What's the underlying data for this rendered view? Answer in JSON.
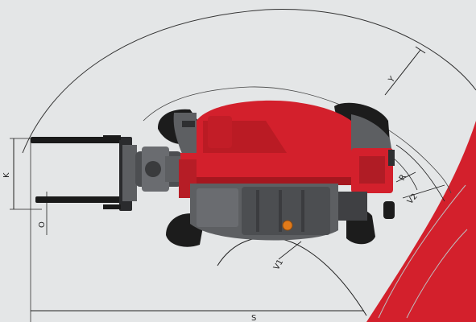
{
  "diagram": {
    "labels": {
      "y": "Y",
      "k": "K",
      "o": "O",
      "r": "R",
      "v1": "V1",
      "v2": "V2",
      "s": "S"
    },
    "colors": {
      "background": "#e4e6e7",
      "machine_red": "#d3202c",
      "machine_dark_red": "#a5171f",
      "machine_grey": "#5d5f62",
      "machine_dark": "#2e2f31",
      "wheel_black": "#1c1c1c",
      "fork_black": "#1a1a1a",
      "line": "#222222",
      "beacon": "#e07a1a"
    }
  }
}
